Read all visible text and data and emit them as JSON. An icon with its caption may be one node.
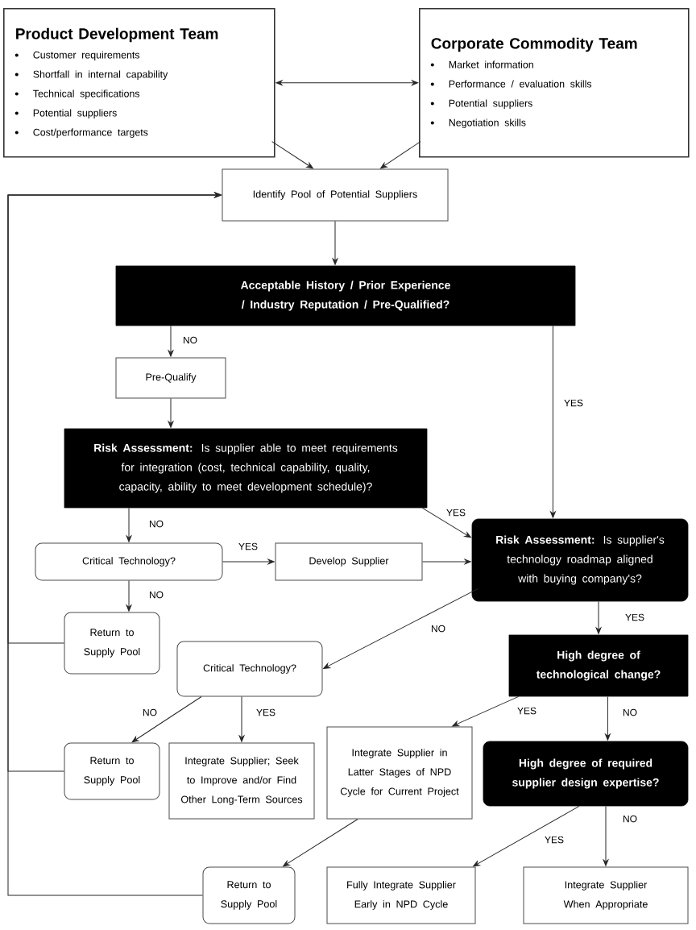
{
  "diagram": {
    "nodes": [
      {
        "text": [
          "Product Development Team",
          "Customer requirements",
          "Shortfall in internal capability",
          "Technical specifications",
          "Potential suppliers",
          "Cost/performance targets"
        ]
      },
      {
        "text": [
          "Corporate Commodity Team",
          "Market information",
          "Performance / evaluation skills",
          "Potential suppliers",
          "Negotiation skills"
        ]
      },
      {
        "text": [
          "Identify Pool of Potential Suppliers"
        ]
      },
      {
        "text": [
          "Acceptable History / Prior Experience / Industry Reputation / Pre-Qualified?"
        ]
      },
      {
        "text": [
          "Pre-Qualify"
        ]
      },
      {
        "text": [
          "**Risk Assessment:** Is supplier able to meet requirements for integration (cost, technical capability, quality, capacity, ability to meet development schedule)?"
        ]
      },
      {
        "text": [
          "Critical Technology?"
        ]
      },
      {
        "text": [
          "Develop Supplier"
        ]
      },
      {
        "text": [
          "**Risk Assessment:** Is supplier's technology roadmap aligned with buying company's?"
        ]
      },
      {
        "text": [
          "Return to Supply Pool"
        ]
      },
      {
        "text": [
          "Critical Technology?"
        ]
      },
      {
        "text": [
          "High degree of technological change?"
        ]
      },
      {
        "text": [
          "Return to Supply Pool"
        ]
      },
      {
        "text": [
          "Integrate Supplier; Seek to Improve and/or Find Other Long-Term Sources"
        ]
      },
      {
        "text": [
          "Integrate Supplier in Latter Stages of NPD Cycle for Current Project"
        ]
      },
      {
        "text": [
          "High degree of required supplier design expertise?"
        ]
      },
      {
        "text": [
          "Return to Supply Pool"
        ]
      },
      {
        "text": [
          "Fully Integrate Supplier Early in NPD Cycle"
        ]
      },
      {
        "text": [
          "Integrate Supplier When Appropriate"
        ]
      }
    ],
    "edges": [
      {
        "from": 0,
        "to": 1,
        "arrow": "both"
      },
      {
        "from": 0,
        "to": 2,
        "arrow": "to"
      },
      {
        "from": 1,
        "to": 2,
        "arrow": "to"
      },
      {
        "from": 2,
        "to": 3,
        "arrow": "to"
      },
      {
        "from": 3,
        "to": 4,
        "arrow": "to",
        "label": "NO"
      },
      {
        "from": 3,
        "to": 8,
        "arrow": "to",
        "label": "YES"
      },
      {
        "from": 4,
        "to": 5,
        "arrow": "to"
      },
      {
        "from": 5,
        "to": 6,
        "arrow": "to",
        "label": "NO"
      },
      {
        "from": 5,
        "to": 8,
        "arrow": "to",
        "label": "YES"
      },
      {
        "from": 6,
        "to": 7,
        "arrow": "to",
        "label": "YES"
      },
      {
        "from": 7,
        "to": 8,
        "arrow": "to"
      },
      {
        "from": 6,
        "to": 9,
        "arrow": "to",
        "label": "NO"
      },
      {
        "from": 8,
        "to": 10,
        "arrow": "to",
        "label": "NO"
      },
      {
        "from": 8,
        "to": 11,
        "arrow": "to",
        "label": "YES"
      },
      {
        "from": 9,
        "to": 2,
        "arrow": "to"
      },
      {
        "from": 10,
        "to": 12,
        "arrow": "to",
        "label": "NO"
      },
      {
        "from": 10,
        "to": 13,
        "arrow": "to",
        "label": "YES"
      },
      {
        "from": 11,
        "to": 14,
        "arrow": "to",
        "label": "YES"
      },
      {
        "from": 11,
        "to": 15,
        "arrow": "to",
        "label": "NO"
      },
      {
        "from": 12,
        "to": 2,
        "arrow": "to"
      },
      {
        "from": 14,
        "to": 16,
        "arrow": "to"
      },
      {
        "from": 15,
        "to": 17,
        "arrow": "to",
        "label": "YES"
      },
      {
        "from": 15,
        "to": 18,
        "arrow": "to",
        "label": "NO"
      },
      {
        "from": 16,
        "to": 2,
        "arrow": "to"
      }
    ]
  }
}
